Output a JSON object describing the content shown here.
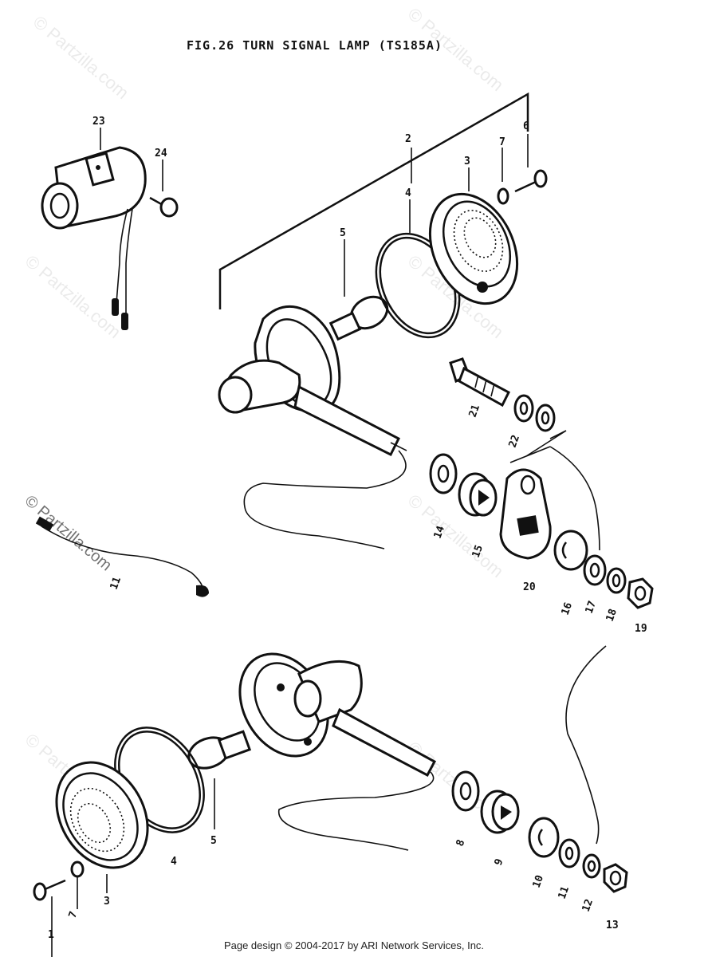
{
  "title": "FIG.26  TURN SIGNAL LAMP (TS185A)",
  "footer": "Page design © 2004-2017 by ARI Network Services, Inc.",
  "watermark": "© Partzilla.com",
  "callouts": {
    "c1": "1",
    "c2": "2",
    "c3": "3",
    "c4": "4",
    "c5": "5",
    "c6": "6",
    "c7": "7",
    "c8": "8",
    "c9": "9",
    "c10": "10",
    "c11": "11",
    "c12": "12",
    "c13": "13",
    "c14": "14",
    "c15": "15",
    "c16": "16",
    "c17": "17",
    "c18": "18",
    "c19": "19",
    "c20": "20",
    "c21": "21",
    "c22": "22",
    "c23": "23",
    "c24": "24",
    "b1": "1",
    "b3": "3",
    "b4": "4",
    "b5": "5",
    "b7": "7",
    "w": "11"
  }
}
